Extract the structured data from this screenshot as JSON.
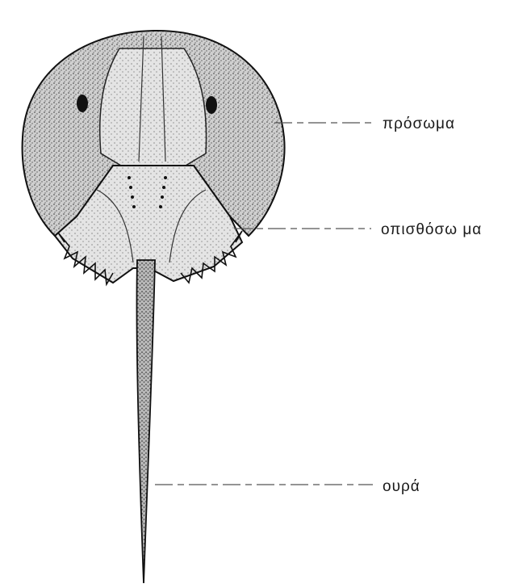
{
  "labels": {
    "prosoma": "πρόσωμα",
    "opisthosoma": "οπισθόσω μα",
    "tail": "ουρά"
  }
}
